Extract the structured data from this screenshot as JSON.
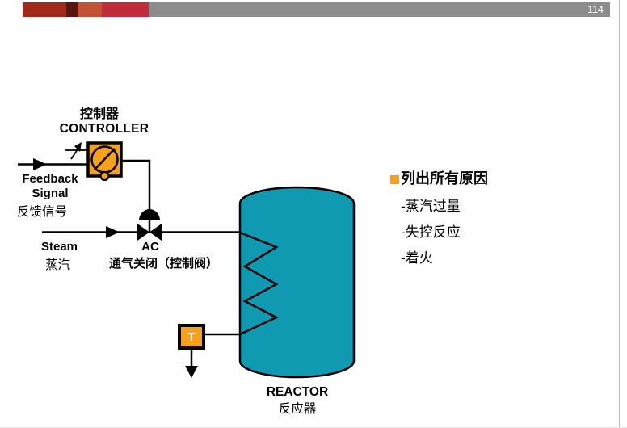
{
  "slide": {
    "page_number": "114"
  },
  "colors": {
    "orange": "#F7A11A",
    "teal": "#0F9AB1",
    "bar_dark_red": "#A3291D",
    "bar_darkest_red": "#5A1410",
    "bar_rust": "#C25234",
    "bar_crimson": "#C22B3C",
    "bar_gray": "#8C8C8C"
  },
  "icons": {
    "controller_symbol": "controller-instrument-icon (circle with diagonal slash in orange square)",
    "valve_symbol": "control-valve-icon (bowtie with diaphragm dome actuator)",
    "electrical_symbol": "electrical-signal-arrow-icon",
    "temperature_symbol": "temperature-indicator-icon (orange square with T)"
  },
  "diagram": {
    "controller": {
      "label_cn": "控制器",
      "label_en": "CONTROLLER"
    },
    "feedback": {
      "line1": "Feedback",
      "line2": "Signal",
      "label_cn": "反馈信号"
    },
    "steam": {
      "label_en": "Steam",
      "label_cn": "蒸汽"
    },
    "valve": {
      "label": "AC",
      "label_cn": "通气关闭（控制阀）"
    },
    "reactor": {
      "label_en": "REACTOR",
      "label_cn": "反应器"
    },
    "temp_indicator": {
      "label": "T"
    }
  },
  "notes": {
    "title": "列出所有原因",
    "items": [
      "-蒸汽过量",
      "-失控反应",
      "-着火"
    ]
  }
}
